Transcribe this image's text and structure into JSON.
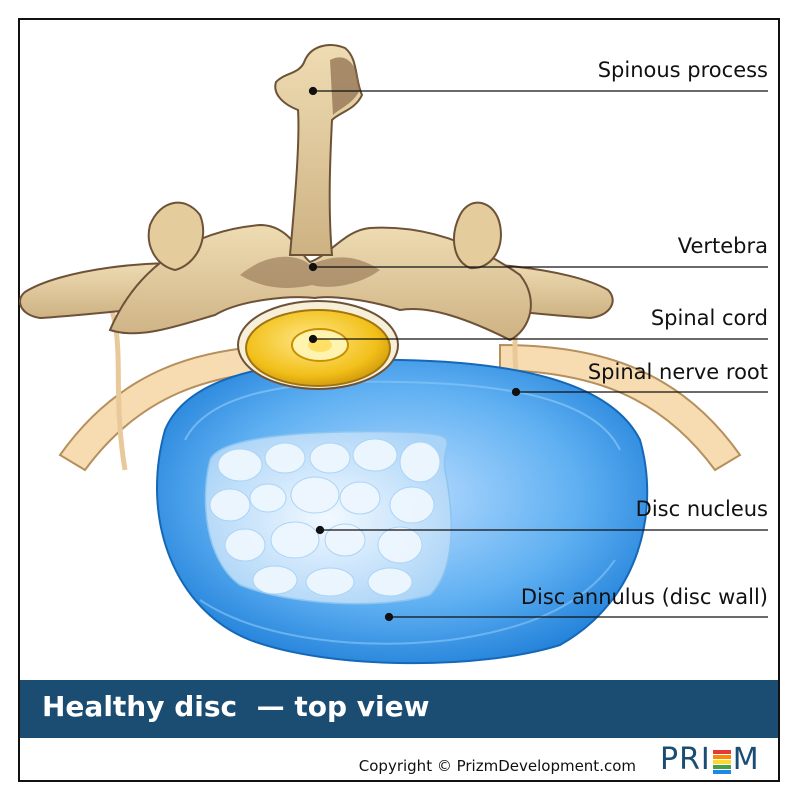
{
  "labels": {
    "spinous_process": "Spinous process",
    "vertebra": "Vertebra",
    "spinal_cord": "Spinal cord",
    "spinal_nerve_root": "Spinal nerve root",
    "disc_nucleus": "Disc nucleus",
    "disc_annulus": "Disc annulus (disc wall)"
  },
  "banner": {
    "title": "Healthy disc  — top view"
  },
  "footer": {
    "copyright": "Copyright © PrizmDevelopment.com",
    "logo_text": "PRIZM",
    "logo_prefix": "PRI",
    "logo_suffix": "M",
    "logo_stripe_colors": [
      "#e53935",
      "#fb8c00",
      "#fdd835",
      "#43a047",
      "#1e88e5",
      "#8e24aa"
    ]
  },
  "colors": {
    "banner": "#1b4d73",
    "bone": "#e8d3a8",
    "bone_shadow": "#8a6a4a",
    "cord": "#f3c41c",
    "disc": "#3a97e6",
    "nucleus": "#d9ecff",
    "nerve": "#f6dcb0"
  }
}
